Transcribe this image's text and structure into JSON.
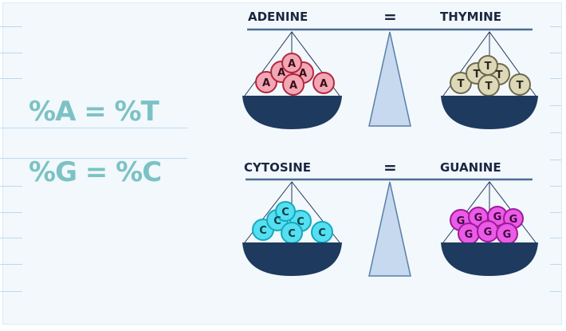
{
  "equations": {
    "at": "%A = %T",
    "gc": "%G = %C"
  },
  "balances": [
    {
      "left_label": "ADENINE",
      "equals": "=",
      "right_label": "THYMINE",
      "left_letter": "A",
      "right_letter": "T",
      "left_color": "#f1a7b4",
      "left_stroke": "#b4273f",
      "right_color": "#ddd8b8",
      "right_stroke": "#6f6a4e"
    },
    {
      "left_label": "CYTOSINE",
      "equals": "=",
      "right_label": "GUANINE",
      "left_letter": "C",
      "right_letter": "G",
      "left_color": "#55dff0",
      "left_stroke": "#16a9bd",
      "right_color": "#ec5ae8",
      "right_stroke": "#9d1b98"
    }
  ],
  "colors": {
    "bowl": "#1e3a5f",
    "rod": "#4c6d96",
    "pivot": "#c6d9ee",
    "equation": "#7cc2c4"
  }
}
